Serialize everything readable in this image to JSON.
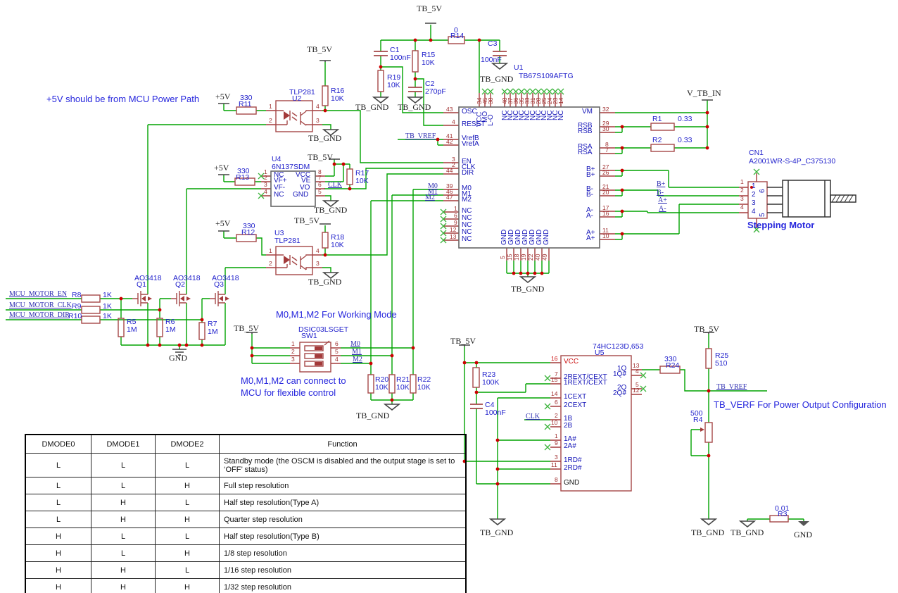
{
  "colors": {
    "wire": "#00a300",
    "component": "#a54848",
    "pin_stub": "#a33a3a",
    "junction": "#cc0000",
    "no_connect": "#3cb43c",
    "chip_border": "#666666",
    "net_label": "#2b2bb0",
    "ref_label": "#2222cc",
    "note_blue": "#2626dd",
    "pin_number": "#a03030",
    "background": "#ffffff"
  },
  "table": {
    "headers": [
      "DMODE0",
      "DMODE1",
      "DMODE2",
      "Function"
    ],
    "rows": [
      [
        "L",
        "L",
        "L",
        "Standby mode (the OSCM is disabled and the output stage is set to ‘OFF’ status)"
      ],
      [
        "L",
        "L",
        "H",
        "Full step resolution"
      ],
      [
        "L",
        "H",
        "L",
        "Half step resolution(Type A)"
      ],
      [
        "L",
        "H",
        "H",
        "Quarter step resolution"
      ],
      [
        "H",
        "L",
        "L",
        "Half step resolution(Type B)"
      ],
      [
        "H",
        "L",
        "H",
        "1/8 step resolution"
      ],
      [
        "H",
        "H",
        "L",
        "1/16 step resolution"
      ],
      [
        "H",
        "H",
        "H",
        "1/32 step resolution"
      ]
    ]
  },
  "labels": [
    [
      "TB_5V",
      592,
      6,
      "pwr"
    ],
    [
      "TB_GND",
      505,
      146,
      "pwr"
    ],
    [
      "TB_GND",
      565,
      146,
      "pwr"
    ],
    [
      "TB_GND",
      682,
      106,
      "pwr"
    ],
    [
      "V_TB_IN",
      976,
      126,
      "pwr"
    ],
    [
      "+5V",
      306,
      131,
      "pwr"
    ],
    [
      "TB_5V",
      436,
      64,
      "pwr"
    ],
    [
      "TB_GND",
      438,
      190,
      "pwr"
    ],
    [
      "+5V",
      304,
      232,
      "pwr"
    ],
    [
      "TB_5V",
      437,
      217,
      "pwr"
    ],
    [
      "TB_GND",
      446,
      292,
      "pwr"
    ],
    [
      "+5V",
      306,
      311,
      "pwr"
    ],
    [
      "TB_5V",
      418,
      307,
      "pwr"
    ],
    [
      "TB_GND",
      438,
      394,
      "pwr"
    ],
    [
      "GND",
      240,
      502,
      "pwr"
    ],
    [
      "TB_5V",
      332,
      460,
      "pwr"
    ],
    [
      "TB_GND",
      506,
      584,
      "pwr"
    ],
    [
      "TB_GND",
      726,
      404,
      "pwr"
    ],
    [
      "TB_5V",
      640,
      478,
      "pwr"
    ],
    [
      "TB_GND",
      682,
      750,
      "pwr"
    ],
    [
      "TB_5V",
      986,
      461,
      "pwr"
    ],
    [
      "TB_GND",
      982,
      750,
      "pwr"
    ],
    [
      "TB_GND",
      1038,
      750,
      "pwr"
    ],
    [
      "GND",
      1128,
      753,
      "pwr"
    ],
    [
      "0",
      645,
      38,
      "ref"
    ],
    [
      "R14",
      640,
      46,
      "ref"
    ],
    [
      "C1",
      554,
      66,
      "ref"
    ],
    [
      "100nF",
      554,
      77,
      "ref"
    ],
    [
      "R15",
      599,
      73,
      "ref"
    ],
    [
      "10K",
      599,
      84,
      "ref"
    ],
    [
      "R19",
      550,
      105,
      "ref"
    ],
    [
      "10K",
      550,
      116,
      "ref"
    ],
    [
      "C2",
      604,
      114,
      "ref"
    ],
    [
      "270pF",
      604,
      125,
      "ref"
    ],
    [
      "C3",
      693,
      57,
      "ref"
    ],
    [
      "100nF",
      683,
      80,
      "ref"
    ],
    [
      "U1",
      730,
      91,
      "ref"
    ],
    [
      "TB67S109AFTG",
      737,
      103,
      "ref"
    ],
    [
      "330",
      341,
      134,
      "ref"
    ],
    [
      "R11",
      339,
      143,
      "ref"
    ],
    [
      "TLP281",
      411,
      126,
      "ref"
    ],
    [
      "U2",
      415,
      135,
      "ref"
    ],
    [
      "R16",
      470,
      124,
      "ref"
    ],
    [
      "10K",
      470,
      135,
      "ref"
    ],
    [
      "U4",
      386,
      221,
      "ref"
    ],
    [
      "6N137SDM",
      386,
      232,
      "ref"
    ],
    [
      "330",
      337,
      238,
      "ref"
    ],
    [
      "R13",
      335,
      247,
      "ref"
    ],
    [
      "R17",
      505,
      241,
      "ref"
    ],
    [
      "10K",
      505,
      252,
      "ref"
    ],
    [
      "330",
      345,
      316,
      "ref"
    ],
    [
      "R12",
      343,
      325,
      "ref"
    ],
    [
      "U3",
      390,
      326,
      "ref"
    ],
    [
      "TLP281",
      390,
      337,
      "ref"
    ],
    [
      "R18",
      470,
      332,
      "ref"
    ],
    [
      "10K",
      470,
      343,
      "ref"
    ],
    [
      "AO3418",
      191,
      390,
      "ref"
    ],
    [
      "Q1",
      194,
      399,
      "ref"
    ],
    [
      "AO3418",
      246,
      390,
      "ref"
    ],
    [
      "Q2",
      249,
      399,
      "ref"
    ],
    [
      "AO3418",
      301,
      390,
      "ref"
    ],
    [
      "Q3",
      304,
      399,
      "ref"
    ],
    [
      "R8",
      102,
      414,
      "ref"
    ],
    [
      "1K",
      146,
      414,
      "ref"
    ],
    [
      "R9",
      102,
      430,
      "ref"
    ],
    [
      "1K",
      146,
      430,
      "ref"
    ],
    [
      "R10",
      97,
      444,
      "ref"
    ],
    [
      "1K",
      146,
      444,
      "ref"
    ],
    [
      "R5",
      180,
      452,
      "ref"
    ],
    [
      "1M",
      180,
      463,
      "ref"
    ],
    [
      "R6",
      235,
      452,
      "ref"
    ],
    [
      "1M",
      235,
      463,
      "ref"
    ],
    [
      "R7",
      295,
      455,
      "ref"
    ],
    [
      "1M",
      295,
      466,
      "ref"
    ],
    [
      "DSIC03LSGET",
      424,
      463,
      "ref"
    ],
    [
      "SW1",
      428,
      472,
      "ref"
    ],
    [
      "R20",
      533,
      534,
      "ref"
    ],
    [
      "10K",
      533,
      545,
      "ref"
    ],
    [
      "R21",
      563,
      534,
      "ref"
    ],
    [
      "10K",
      563,
      545,
      "ref"
    ],
    [
      "R22",
      593,
      534,
      "ref"
    ],
    [
      "10K",
      593,
      545,
      "ref"
    ],
    [
      "R1",
      927,
      164,
      "ref"
    ],
    [
      "0.33",
      963,
      164,
      "ref"
    ],
    [
      "R2",
      927,
      194,
      "ref"
    ],
    [
      "0.33",
      963,
      194,
      "ref"
    ],
    [
      "CN1",
      1064,
      212,
      "ref"
    ],
    [
      "A2001WR-S-4P_C375130",
      1064,
      224,
      "ref"
    ],
    [
      "74HC123D,653",
      842,
      487,
      "ref"
    ],
    [
      "U5",
      845,
      496,
      "ref"
    ],
    [
      "R23",
      685,
      527,
      "ref"
    ],
    [
      "100K",
      685,
      538,
      "ref"
    ],
    [
      "C4",
      689,
      570,
      "ref"
    ],
    [
      "100nF",
      689,
      581,
      "ref"
    ],
    [
      "330",
      944,
      505,
      "ref"
    ],
    [
      "R24",
      946,
      514,
      "ref"
    ],
    [
      "R25",
      1016,
      500,
      "ref"
    ],
    [
      "510",
      1016,
      511,
      "ref"
    ],
    [
      "500",
      981,
      582,
      "ref"
    ],
    [
      "R4",
      985,
      591,
      "ref"
    ],
    [
      "0.01",
      1101,
      717,
      "ref"
    ],
    [
      "R3",
      1105,
      725,
      "ref"
    ],
    [
      "MCU_MOTOR_EN",
      13,
      413,
      "net"
    ],
    [
      "MCU_MOTOR_CLK",
      13,
      429,
      "net"
    ],
    [
      "MCU_MOTOR_DIR",
      13,
      443,
      "net"
    ],
    [
      "TB_VREF",
      576,
      189,
      "net"
    ],
    [
      "CLK",
      466,
      258,
      "net"
    ],
    [
      "M0",
      608,
      260,
      "net"
    ],
    [
      "M1",
      608,
      268,
      "net"
    ],
    [
      "M2",
      604,
      276,
      "net"
    ],
    [
      "M0",
      498,
      484,
      "net"
    ],
    [
      "M1",
      500,
      495,
      "net"
    ],
    [
      "M2",
      501,
      506,
      "net"
    ],
    [
      "B+",
      933,
      257,
      "net"
    ],
    [
      "B-",
      933,
      269,
      "net"
    ],
    [
      "A+",
      935,
      280,
      "net"
    ],
    [
      "A-",
      936,
      292,
      "net"
    ],
    [
      "CLK",
      747,
      587,
      "net"
    ],
    [
      "TB_VREF",
      1018,
      545,
      "net"
    ],
    [
      "+5V should be from MCU Power Path",
      66,
      134,
      "note"
    ],
    [
      "M0,M1,M2 For Working Mode",
      392,
      440,
      "note"
    ],
    [
      "M0,M1,M2 can connect to",
      342,
      534,
      "note"
    ],
    [
      "MCU for flexible control",
      342,
      551,
      "note"
    ],
    [
      "Stepping Motor",
      1062,
      313,
      "note noteb"
    ],
    [
      "TB_VERF For Power Output Configuration",
      1014,
      568,
      "note"
    ],
    [
      "OSC",
      656,
      154,
      "pin"
    ],
    [
      "RESET",
      656,
      172,
      "pin"
    ],
    [
      "VrefB",
      656,
      192,
      "pin"
    ],
    [
      "VrefA",
      656,
      200,
      "pin"
    ],
    [
      "EN",
      656,
      225,
      "pin"
    ],
    [
      "CLK",
      656,
      233,
      "pin"
    ],
    [
      "DIR",
      656,
      241,
      "pin"
    ],
    [
      "M0",
      656,
      263,
      "pin"
    ],
    [
      "M1",
      656,
      271,
      "pin"
    ],
    [
      "M2",
      656,
      279,
      "pin"
    ],
    [
      "NC",
      656,
      295,
      "pin"
    ],
    [
      "NC",
      656,
      305,
      "pin"
    ],
    [
      "NC",
      656,
      315,
      "pin"
    ],
    [
      "NC",
      656,
      325,
      "pin"
    ],
    [
      "NC",
      656,
      335,
      "pin"
    ],
    [
      "VM",
      827,
      154,
      "pin"
    ],
    [
      "RSB",
      821,
      174,
      "pin"
    ],
    [
      "RSB",
      821,
      182,
      "pin"
    ],
    [
      "RSA",
      821,
      204,
      "pin"
    ],
    [
      "RSA",
      821,
      212,
      "pin"
    ],
    [
      "B+",
      833,
      236,
      "pin"
    ],
    [
      "B+",
      833,
      244,
      "pin"
    ],
    [
      "B-",
      833,
      264,
      "pin"
    ],
    [
      "B-",
      833,
      272,
      "pin"
    ],
    [
      "A-",
      833,
      294,
      "pin"
    ],
    [
      "A-",
      833,
      302,
      "pin"
    ],
    [
      "A+",
      833,
      326,
      "pin"
    ],
    [
      "A+",
      833,
      334,
      "pin"
    ],
    [
      "43",
      634,
      151,
      "pn"
    ],
    [
      "4",
      642,
      169,
      "pn"
    ],
    [
      "41",
      634,
      189,
      "pn"
    ],
    [
      "42",
      634,
      197,
      "pn"
    ],
    [
      "3",
      642,
      222,
      "pn"
    ],
    [
      "2",
      642,
      230,
      "pn"
    ],
    [
      "44",
      634,
      238,
      "pn"
    ],
    [
      "39",
      634,
      260,
      "pn"
    ],
    [
      "46",
      634,
      268,
      "pn"
    ],
    [
      "47",
      634,
      276,
      "pn"
    ],
    [
      "1",
      645,
      292,
      "pn"
    ],
    [
      "6",
      645,
      302,
      "pn"
    ],
    [
      "9",
      645,
      312,
      "pn"
    ],
    [
      "12",
      639,
      322,
      "pn"
    ],
    [
      "13",
      639,
      332,
      "pn"
    ],
    [
      "32",
      856,
      151,
      "pn"
    ],
    [
      "29",
      856,
      171,
      "pn"
    ],
    [
      "30",
      856,
      179,
      "pn"
    ],
    [
      "8",
      860,
      201,
      "pn"
    ],
    [
      "7",
      860,
      209,
      "pn"
    ],
    [
      "27",
      856,
      233,
      "pn"
    ],
    [
      "26",
      856,
      241,
      "pn"
    ],
    [
      "21",
      856,
      261,
      "pn"
    ],
    [
      "20",
      856,
      269,
      "pn"
    ],
    [
      "17",
      856,
      291,
      "pn"
    ],
    [
      "16",
      856,
      299,
      "pn"
    ],
    [
      "11",
      856,
      323,
      "pn"
    ],
    [
      "10",
      856,
      331,
      "pn"
    ],
    [
      "34",
      677,
      148,
      "pn",
      1
    ],
    [
      "45",
      685,
      148,
      "pn",
      1
    ],
    [
      "38",
      693,
      148,
      "pn",
      1
    ],
    [
      "48",
      713,
      148,
      "pn",
      1
    ],
    [
      "37",
      721,
      148,
      "pn",
      1
    ],
    [
      "36",
      729,
      148,
      "pn",
      1
    ],
    [
      "35",
      737,
      148,
      "pn",
      1
    ],
    [
      "33",
      745,
      148,
      "pn",
      1
    ],
    [
      "31",
      753,
      148,
      "pn",
      1
    ],
    [
      "28",
      761,
      148,
      "pn",
      1
    ],
    [
      "25",
      769,
      148,
      "pn",
      1
    ],
    [
      "24",
      777,
      148,
      "pn",
      1
    ],
    [
      "23",
      785,
      148,
      "pn",
      1
    ],
    [
      "14",
      793,
      148,
      "pn",
      1
    ],
    [
      "VCC",
      677,
      180,
      "pin",
      1
    ],
    [
      "MO",
      685,
      174,
      "pin",
      1
    ],
    [
      "L-O",
      693,
      179,
      "pin",
      1
    ],
    [
      "NC",
      713,
      171,
      "pin",
      1
    ],
    [
      "NC",
      721,
      171,
      "pin",
      1
    ],
    [
      "NC",
      729,
      171,
      "pin",
      1
    ],
    [
      "NC",
      737,
      171,
      "pin",
      1
    ],
    [
      "NC",
      745,
      171,
      "pin",
      1
    ],
    [
      "NC",
      753,
      171,
      "pin",
      1
    ],
    [
      "NC",
      761,
      171,
      "pin",
      1
    ],
    [
      "NC",
      769,
      171,
      "pin",
      1
    ],
    [
      "NC",
      777,
      171,
      "pin",
      1
    ],
    [
      "NC",
      785,
      171,
      "pin",
      1
    ],
    [
      "NC",
      793,
      171,
      "pin",
      1
    ],
    [
      "GND",
      712,
      348,
      "pin",
      1
    ],
    [
      "GND",
      722,
      348,
      "pin",
      1
    ],
    [
      "GND",
      732,
      348,
      "pin",
      1
    ],
    [
      "GND",
      742,
      348,
      "pin",
      1
    ],
    [
      "GND",
      752,
      348,
      "pin",
      1
    ],
    [
      "GND",
      762,
      348,
      "pin",
      1
    ],
    [
      "GND",
      772,
      348,
      "pin",
      1
    ],
    [
      "5",
      710,
      368,
      "pn",
      1
    ],
    [
      "15",
      720,
      370,
      "pn",
      1
    ],
    [
      "18",
      730,
      370,
      "pn",
      1
    ],
    [
      "19",
      740,
      370,
      "pn",
      1
    ],
    [
      "22",
      750,
      370,
      "pn",
      1
    ],
    [
      "40",
      760,
      370,
      "pn",
      1
    ],
    [
      "49",
      770,
      370,
      "pn",
      1
    ],
    [
      "1",
      382,
      147,
      "pn"
    ],
    [
      "2",
      382,
      167,
      "pn"
    ],
    [
      "4",
      449,
      147,
      "pn"
    ],
    [
      "3",
      449,
      167,
      "pn"
    ],
    [
      "1",
      382,
      352,
      "pn"
    ],
    [
      "2",
      382,
      370,
      "pn"
    ],
    [
      "4",
      449,
      352,
      "pn"
    ],
    [
      "3",
      449,
      370,
      "pn"
    ],
    [
      "1",
      375,
      240,
      "pn"
    ],
    [
      "2",
      375,
      248,
      "pn"
    ],
    [
      "3",
      375,
      258,
      "pn"
    ],
    [
      "4",
      375,
      268,
      "pn"
    ],
    [
      "8",
      452,
      240,
      "pn"
    ],
    [
      "7",
      452,
      248,
      "pn"
    ],
    [
      "6",
      452,
      258,
      "pn"
    ],
    [
      "5",
      452,
      268,
      "pn"
    ],
    [
      "NC",
      389,
      244,
      "pin"
    ],
    [
      "VF+",
      389,
      252,
      "pin"
    ],
    [
      "VF-",
      389,
      262,
      "pin"
    ],
    [
      "NC",
      389,
      272,
      "pin"
    ],
    [
      "VCC",
      420,
      244,
      "pin"
    ],
    [
      "VE",
      428,
      252,
      "pin"
    ],
    [
      "VO",
      426,
      262,
      "pin"
    ],
    [
      "GND",
      416,
      272,
      "pin"
    ],
    [
      "1",
      414,
      484,
      "pn"
    ],
    [
      "2",
      414,
      495,
      "pn"
    ],
    [
      "3",
      414,
      506,
      "pn"
    ],
    [
      "6",
      476,
      484,
      "pn"
    ],
    [
      "5",
      476,
      495,
      "pn"
    ],
    [
      "4",
      476,
      506,
      "pn"
    ],
    [
      "1",
      1052,
      254,
      "pn"
    ],
    [
      "2",
      1052,
      266,
      "pn"
    ],
    [
      "3",
      1052,
      278,
      "pn"
    ],
    [
      "4",
      1052,
      290,
      "pn"
    ],
    [
      "1",
      1068,
      260,
      "pin"
    ],
    [
      "2",
      1068,
      272,
      "pin"
    ],
    [
      "3",
      1068,
      284,
      "pin"
    ],
    [
      "4",
      1068,
      296,
      "pin"
    ],
    [
      "6",
      1079,
      274,
      "pin",
      1
    ],
    [
      "5",
      1079,
      308,
      "pin",
      1
    ],
    [
      "16",
      783,
      505,
      "pn pnr"
    ],
    [
      "7",
      788,
      527,
      "pn"
    ],
    [
      "15",
      783,
      535,
      "pn"
    ],
    [
      "14",
      783,
      555,
      "pn"
    ],
    [
      "6",
      788,
      567,
      "pn"
    ],
    [
      "2",
      788,
      586,
      "pn"
    ],
    [
      "10",
      783,
      596,
      "pn"
    ],
    [
      "1",
      788,
      615,
      "pn"
    ],
    [
      "9",
      788,
      625,
      "pn"
    ],
    [
      "3",
      788,
      645,
      "pn"
    ],
    [
      "11",
      783,
      656,
      "pn"
    ],
    [
      "8",
      788,
      677,
      "pn"
    ],
    [
      "13",
      899,
      515,
      "pn"
    ],
    [
      "4",
      903,
      523,
      "pn"
    ],
    [
      "5",
      903,
      542,
      "pn"
    ],
    [
      "12",
      899,
      550,
      "pn"
    ],
    [
      "VCC",
      801,
      509,
      "pin pinr"
    ],
    [
      "2REXT/CEXT",
      801,
      531,
      "pin"
    ],
    [
      "1REXT/CEXT",
      801,
      539,
      "pin"
    ],
    [
      "1CEXT",
      801,
      559,
      "pin"
    ],
    [
      "2CEXT",
      801,
      571,
      "pin"
    ],
    [
      "1B",
      801,
      590,
      "pin"
    ],
    [
      "2B",
      801,
      600,
      "pin"
    ],
    [
      "1A#",
      801,
      619,
      "pin"
    ],
    [
      "2A#",
      801,
      629,
      "pin"
    ],
    [
      "1RD#",
      801,
      649,
      "pin"
    ],
    [
      "2RD#",
      801,
      660,
      "pin"
    ],
    [
      "GND",
      801,
      681,
      "pin pinb"
    ],
    [
      "1Q",
      877,
      519,
      "pin"
    ],
    [
      "1Q#",
      871,
      527,
      "pin"
    ],
    [
      "2Q",
      877,
      546,
      "pin"
    ],
    [
      "2Q#",
      871,
      554,
      "pin"
    ]
  ]
}
